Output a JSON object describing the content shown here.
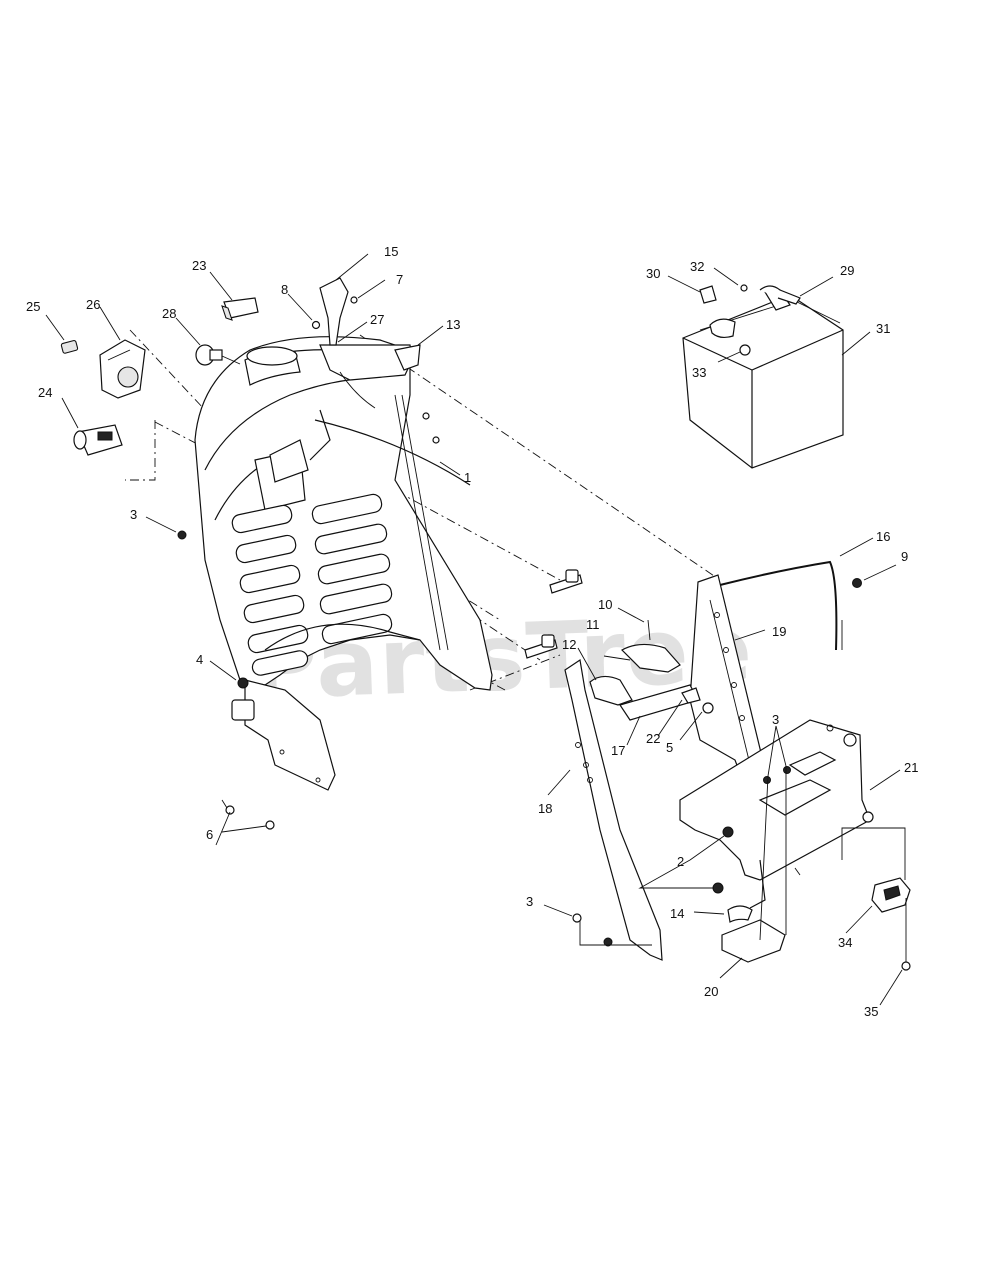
{
  "watermark": "PartsTree",
  "callouts": [
    {
      "id": "c1",
      "text": "1"
    },
    {
      "id": "c2",
      "text": "2"
    },
    {
      "id": "c3a",
      "text": "3"
    },
    {
      "id": "c3b",
      "text": "3"
    },
    {
      "id": "c3c",
      "text": "3"
    },
    {
      "id": "c4",
      "text": "4"
    },
    {
      "id": "c5",
      "text": "5"
    },
    {
      "id": "c6",
      "text": "6"
    },
    {
      "id": "c7",
      "text": "7"
    },
    {
      "id": "c8",
      "text": "8"
    },
    {
      "id": "c9",
      "text": "9"
    },
    {
      "id": "c10",
      "text": "10"
    },
    {
      "id": "c11",
      "text": "11"
    },
    {
      "id": "c12",
      "text": "12"
    },
    {
      "id": "c13",
      "text": "13"
    },
    {
      "id": "c14",
      "text": "14"
    },
    {
      "id": "c15",
      "text": "15"
    },
    {
      "id": "c16",
      "text": "16"
    },
    {
      "id": "c17",
      "text": "17"
    },
    {
      "id": "c18",
      "text": "18"
    },
    {
      "id": "c19",
      "text": "19"
    },
    {
      "id": "c20",
      "text": "20"
    },
    {
      "id": "c21",
      "text": "21"
    },
    {
      "id": "c22",
      "text": "22"
    },
    {
      "id": "c23",
      "text": "23"
    },
    {
      "id": "c24",
      "text": "24"
    },
    {
      "id": "c25",
      "text": "25"
    },
    {
      "id": "c26",
      "text": "26"
    },
    {
      "id": "c27",
      "text": "27"
    },
    {
      "id": "c28",
      "text": "28"
    },
    {
      "id": "c29",
      "text": "29"
    },
    {
      "id": "c30",
      "text": "30"
    },
    {
      "id": "c31",
      "text": "31"
    },
    {
      "id": "c32",
      "text": "32"
    },
    {
      "id": "c33",
      "text": "33"
    },
    {
      "id": "c34",
      "text": "34"
    },
    {
      "id": "c35",
      "text": "35"
    }
  ]
}
